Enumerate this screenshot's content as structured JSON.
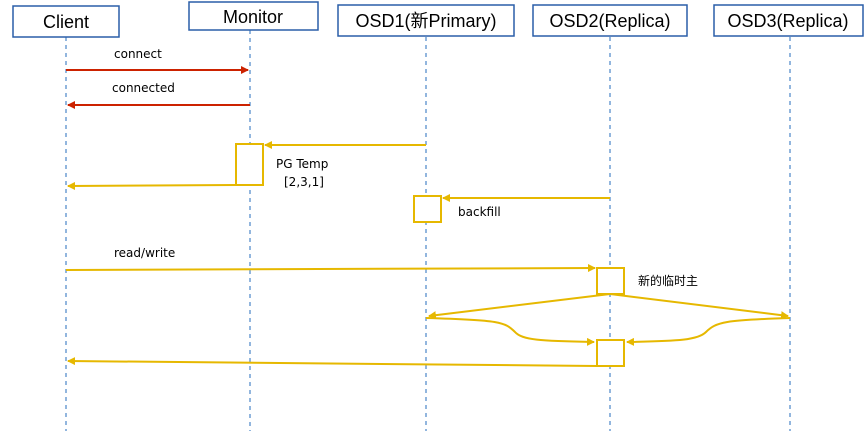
{
  "participants": [
    {
      "id": "client",
      "label": "Client"
    },
    {
      "id": "monitor",
      "label": "Monitor"
    },
    {
      "id": "osd1",
      "label": "OSD1(新Primary)"
    },
    {
      "id": "osd2",
      "label": "OSD2(Replica)"
    },
    {
      "id": "osd3",
      "label": "OSD3(Replica)"
    }
  ],
  "labels": {
    "connect": "connect",
    "connected": "connected",
    "pg_temp": "PG Temp",
    "pg_temp_set": "[2,3,1]",
    "backfill": "backfill",
    "read_write": "read/write",
    "temp_primary": "新的临时主"
  },
  "colors": {
    "header_border": "#2a5ea8",
    "lifeline": "#4a86c8",
    "red_arrow": "#cc2200",
    "yellow_arrow": "#e6b800",
    "box_border": "#e6b800"
  }
}
